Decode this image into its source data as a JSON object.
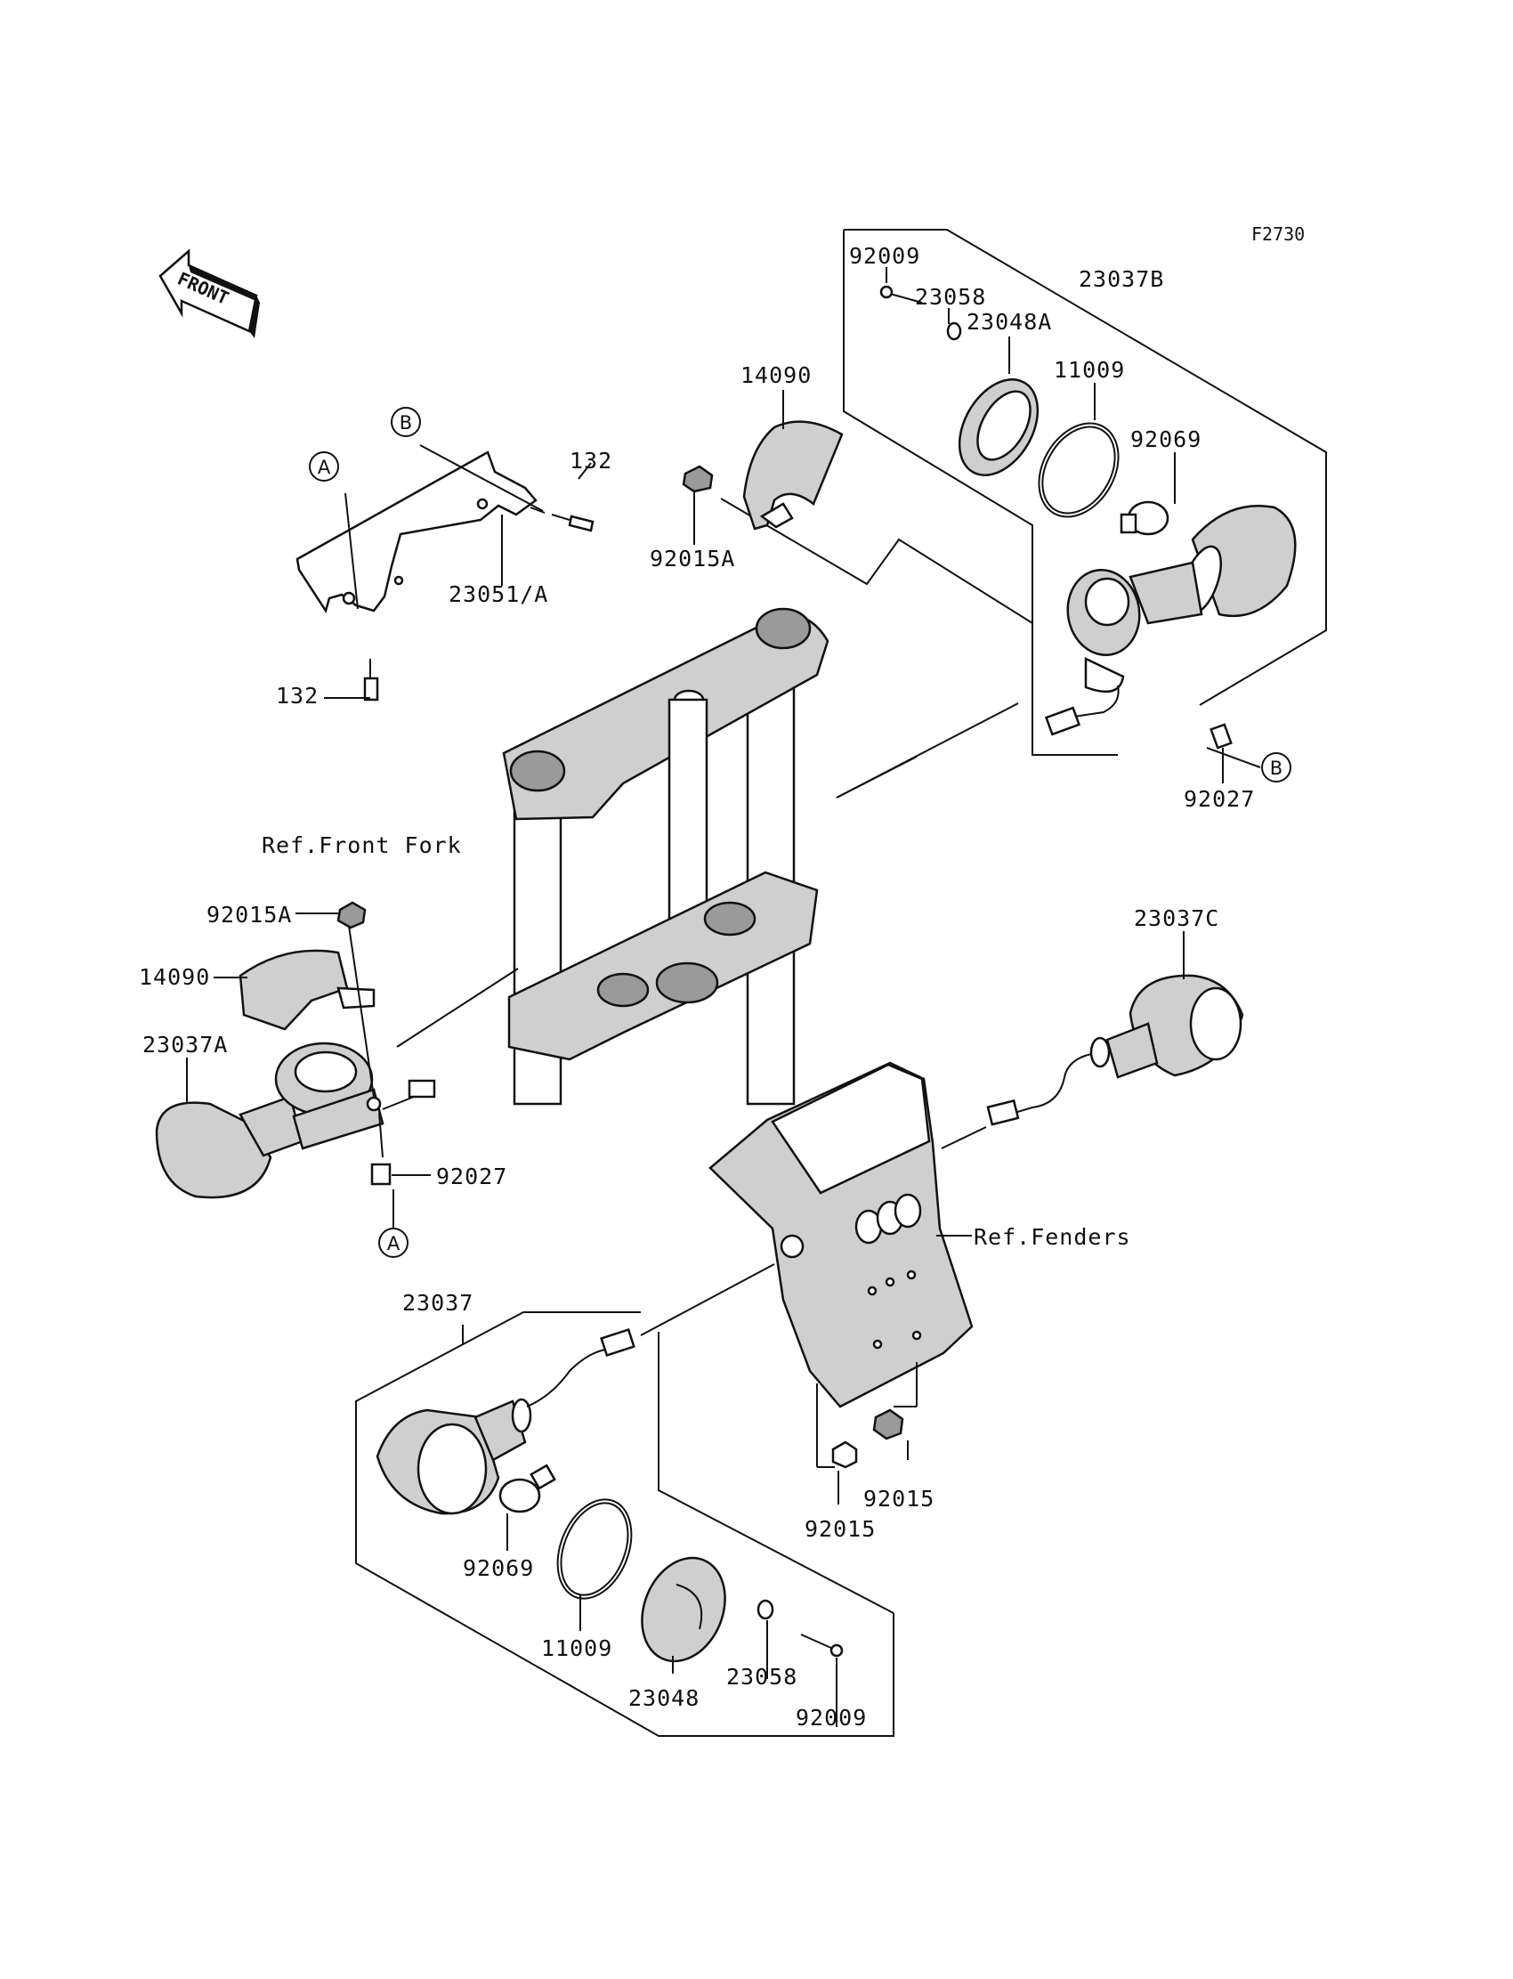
{
  "figure_code": "F2730",
  "front_arrow_label": "FRONT",
  "reference_labels": {
    "front_fork": "Ref.Front Fork",
    "fenders": "Ref.Fenders"
  },
  "callout_letters": {
    "a_upper": "A",
    "a_lower": "A",
    "b_upper": "B",
    "b_lower": "B"
  },
  "part_labels": {
    "bracket_bolt_top": "132",
    "bracket": "23051/A",
    "bracket_bolt_bottom": "132",
    "cover_right": "14090",
    "nut_right": "92015A",
    "kit_right_screw": "92009",
    "kit_right_washer": "23058",
    "kit_right_lens": "23048A",
    "kit_right_assembly": "23037B",
    "kit_right_gasket": "11009",
    "kit_right_bulb": "92069",
    "spacer_right": "92027",
    "nut_left": "92015A",
    "cover_left": "14090",
    "signal_left_front": "23037A",
    "spacer_left": "92027",
    "signal_rear_right": "23037C",
    "signal_rear_left": "23037",
    "rear_bulb": "92069",
    "rear_gasket": "11009",
    "rear_lens": "23048",
    "rear_washer": "23058",
    "rear_screw": "92009",
    "fender_nut_a": "92015",
    "fender_nut_b": "92015"
  }
}
